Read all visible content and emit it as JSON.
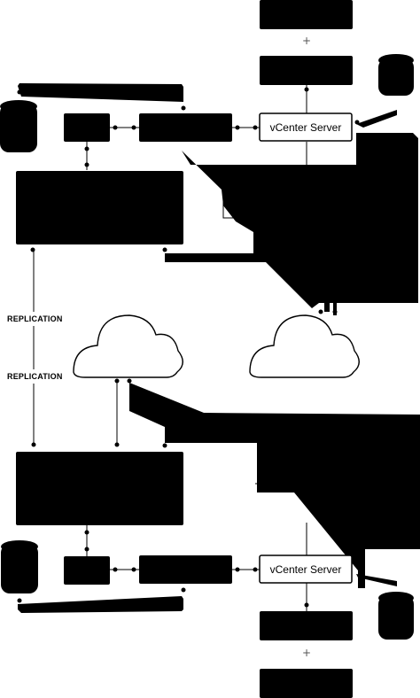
{
  "top_site": {
    "vcenter_label": "vCenter Server",
    "plus_label": "+"
  },
  "bottom_site": {
    "vcenter_label": "vCenter Server",
    "plus_label": "+"
  },
  "links": {
    "replication_upper": "REPLICATION",
    "replication_lower": "REPLICATION"
  },
  "colors": {
    "ink": "#000000",
    "paper": "#ffffff"
  }
}
